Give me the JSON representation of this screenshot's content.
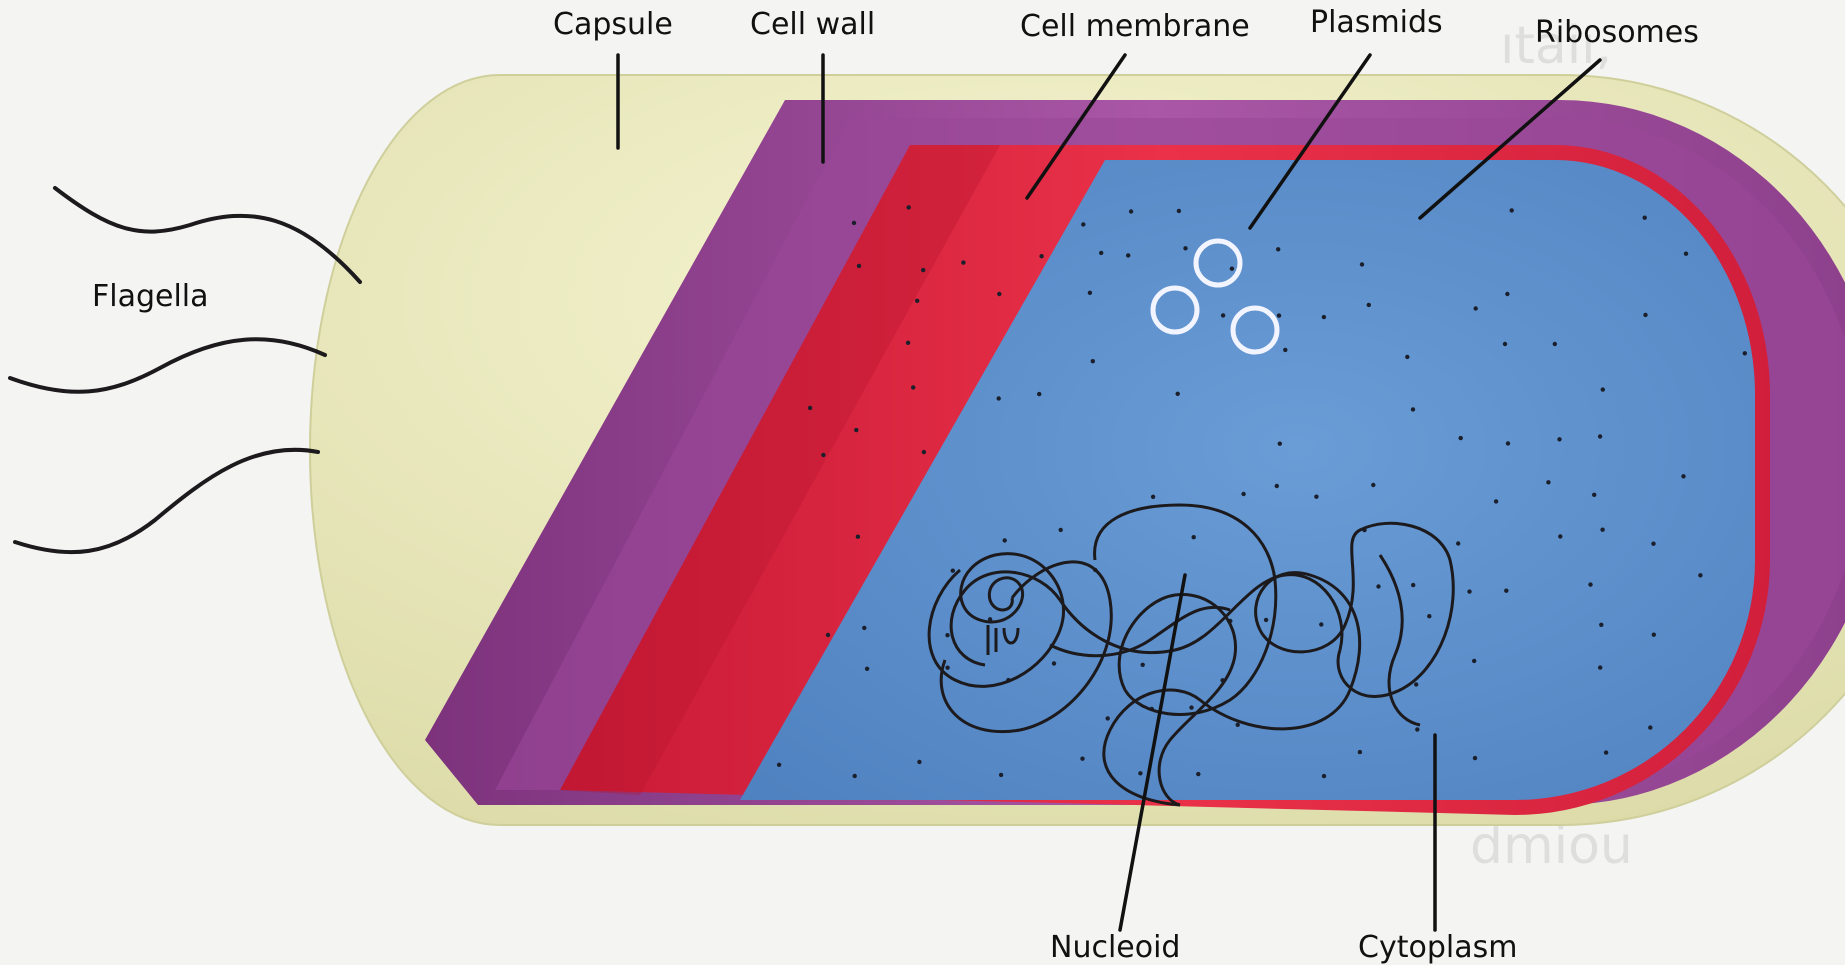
{
  "labels": {
    "capsule": "Capsule",
    "cell_wall": "Cell wall",
    "cell_membrane": "Cell membrane",
    "plasmids": "Plasmids",
    "ribosomes": "Ribosomes",
    "flagella": "Flagella",
    "nucleoid": "Nucleoid",
    "cytoplasm": "Cytoplasm"
  },
  "colors": {
    "capsule": "#ecebbd",
    "cell_wall": "#9c4a9a",
    "cell_membrane": "#e3243f",
    "cytoplasm": "#5a8fcc",
    "plasmid_ring": "#f2f4ff",
    "dna": "#1c1a1c",
    "leader_line": "#111111"
  },
  "icons": [
    "flagellum-icon",
    "plasmid-ring-icon",
    "ribosome-dot-icon",
    "nucleoid-dna-icon"
  ]
}
